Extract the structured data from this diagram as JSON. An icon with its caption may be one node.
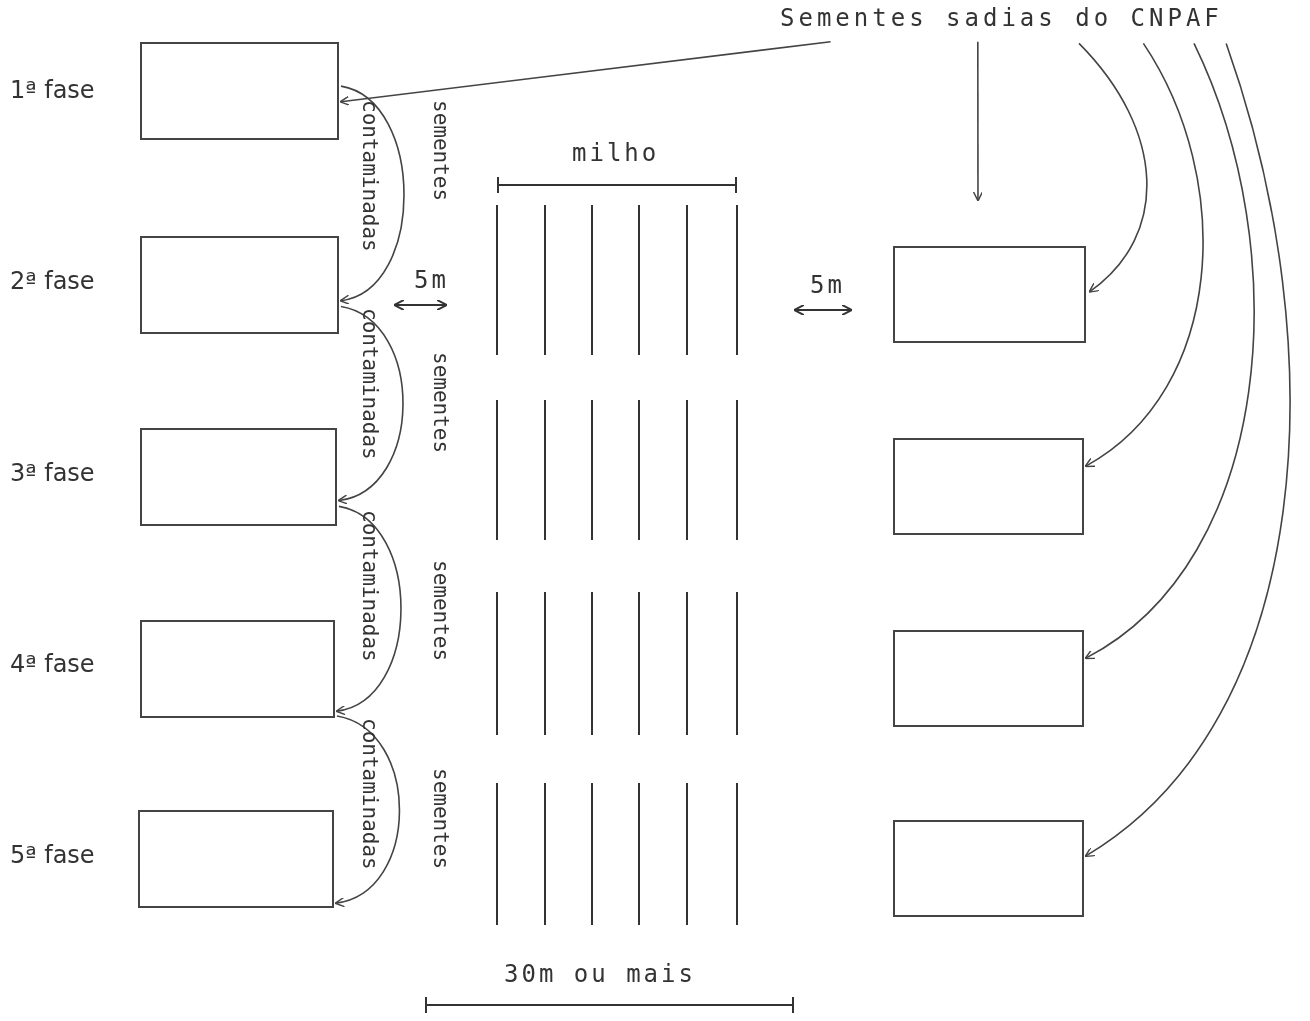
{
  "diagram": {
    "nodes": [
      {
        "text": [],
        "shape": "box",
        "beside": [
          "1ª fase"
        ]
      },
      {
        "text": [],
        "shape": "box",
        "beside": [
          "2ª fase"
        ]
      },
      {
        "text": [],
        "shape": "box",
        "beside": [
          "3ª fase"
        ]
      },
      {
        "text": [],
        "shape": "box",
        "beside": [
          "4ª fase"
        ]
      },
      {
        "text": [],
        "shape": "box",
        "beside": [
          "5ª fase"
        ]
      },
      {
        "text": [
          "Sementes sadias do CNPAF"
        ]
      },
      {
        "text": [],
        "shape": "box"
      },
      {
        "text": [],
        "shape": "box"
      },
      {
        "text": [],
        "shape": "box"
      },
      {
        "text": [],
        "shape": "box"
      }
    ],
    "edges": [
      {
        "from": 5,
        "to": 0,
        "arrow": "to"
      },
      {
        "from": 5,
        "to": null,
        "arrow": "to"
      },
      {
        "from": 5,
        "to": 6,
        "arrow": "to"
      },
      {
        "from": 5,
        "to": 7,
        "arrow": "to"
      },
      {
        "from": 5,
        "to": 8,
        "arrow": "to"
      },
      {
        "from": 5,
        "to": 9,
        "arrow": "to"
      },
      {
        "from": 0,
        "to": 1,
        "arrow": "to",
        "label": "contaminadas"
      },
      {
        "from": 1,
        "to": 2,
        "arrow": "to",
        "label": "contaminadas"
      },
      {
        "from": 2,
        "to": 3,
        "arrow": "to",
        "label": "contaminadas"
      },
      {
        "from": 3,
        "to": 4,
        "arrow": "to",
        "label": "contaminadas"
      }
    ],
    "labels": [
      "milho",
      "sementes",
      "5m",
      "5m",
      "sementes",
      "sementes",
      "sementes",
      "30m ou mais"
    ]
  }
}
